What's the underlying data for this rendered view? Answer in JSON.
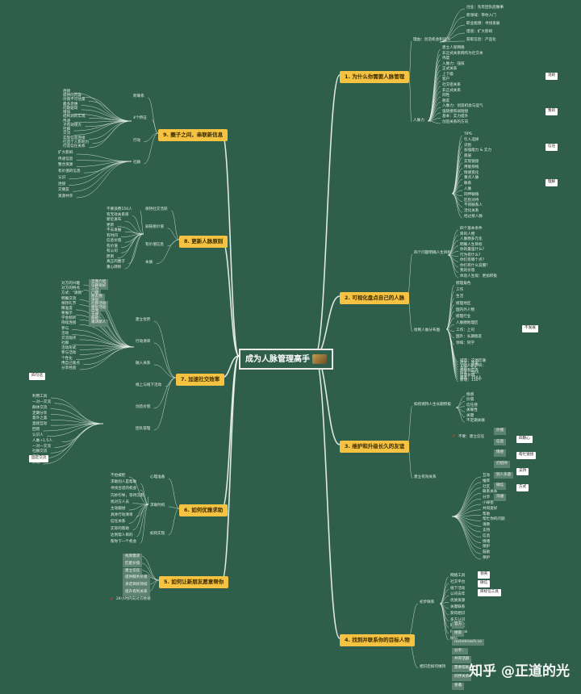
{
  "root": {
    "label": "成为人脉管理高手"
  },
  "branches": [
    {
      "label": "1. 为什么你需要人脉管理"
    },
    {
      "label": "2. 可视化盘点自己的人脉"
    },
    {
      "label": "3. 维护和升级长久的友谊"
    },
    {
      "label": "4. 找到并联系你的目标人物"
    },
    {
      "label": "5. 如何让新朋友愿意帮你"
    },
    {
      "label": "6. 如何优雅求助"
    },
    {
      "label": "7. 加速社交效率"
    },
    {
      "label": "8. 更新人脉原则"
    },
    {
      "label": "9. 圈子之间，串联新信息"
    }
  ],
  "b1": {
    "subs": [
      "理由：创造机会和运气",
      "人脉力"
    ],
    "leaves": [
      "创业：先有团队后做事",
      "新领域：带你入门",
      "职业瓶颈：寻找发展",
      "借道：扩大影响",
      "获取信息：产品化",
      "建立人际网络",
      "非正式关系网作为社交本",
      "纬度",
      "入脉力：强技",
      "正式关系",
      "上下级",
      "客户",
      "社交密关系",
      "非正式关系",
      "同性",
      "朋友",
      "入脉力：创造机会与运气",
      "强链接和弱链接",
      "基本：实力提升",
      "创造关系的方向",
      "TIPS",
      "引入选择",
      "识别",
      "加强能力 & 实力",
      "底层",
      "实现链接",
      "用能挣钱",
      "情感变化",
      "重点人脉",
      "联系",
      "人脉",
      "同伴联络",
      "区别对待",
      "不同联系人",
      "活化关系",
      "经过接人脉"
    ],
    "boxes": [
      "消耗",
      "我的",
      "信任",
      "理解"
    ]
  },
  "b2": {
    "subs": [
      "四个问题明确人生目标",
      "绘制人脉分布图"
    ],
    "leaves": [
      "四个基本条件",
      "目的人物",
      "人脉圈多元化",
      "明确人生目标",
      "你的最强什么?",
      "行为有什么?",
      "你们有哪个点?",
      "你们有什么说服?",
      "我的价值",
      "体验人生观：更加积极",
      "梳理角色",
      "工作",
      "生活",
      "梳理地区",
      "国内外人物",
      "梳理行业",
      "人脉圈地理区",
      "工作：上司",
      "国外：长期朋友",
      "领域：同学",
      "城市：这地区联",
      "社区：邻里",
      "150人脉影响：",
      "亲密：5人",
      "物件程度高",
      "好友：50人",
      "信息价值",
      "朋友：150人",
      "新增：150个"
    ],
    "boxes": [
      "不发展"
    ]
  },
  "b3": {
    "subs": [
      "如何保持人生长期积极",
      "建立有效关系"
    ],
    "leaves": [
      "情感",
      "价值",
      "信任感",
      "关联性",
      "关键",
      "不定期关联",
      "互动",
      "推荐",
      "社区",
      "联系关系",
      "分享",
      "小秘密",
      "共同爱好",
      "帮助",
      "帮忙你的问题",
      "请教",
      "支持",
      "信息",
      "情绪",
      "保护",
      "鼓励",
      "保护"
    ],
    "boxes": [
      "四颗心",
      "帮忙链接",
      "支持",
      "方式"
    ],
    "gboxes": [
      "价值",
      "信息",
      "情感",
      "打招呼",
      "别人乐意",
      "微信",
      "沟通"
    ],
    "flag_text": "不要：建立信任"
  },
  "b4": {
    "subs": [
      "初步联系",
      "相识后如何维持"
    ],
    "leaves": [
      "网络工具",
      "社交平台",
      "线下活动",
      "公司去年",
      "优质资源",
      "关键联系",
      "获得相识",
      "多方认识",
      "联系方式",
      "Facebook",
      "微信"
    ],
    "boxes": [
      "领英",
      "微信",
      "目标信工具"
    ],
    "gboxes": [
      "官方",
      "搜索",
      "rocketreach.co",
      "分享：",
      "共同话题",
      "需要帮助",
      "同伴关系",
      "受邀"
    ]
  },
  "b5": {
    "gboxes": [
      "找到需求",
      "匹配价值",
      "建立信任",
      "提供服务价值",
      "承诺目标持续",
      "提升有利关系"
    ],
    "footer": "24小时内向对方致谢"
  },
  "b6": {
    "subs": [
      "心理准备",
      "求助时机",
      "如何实现"
    ],
    "leaves": [
      "不怕被拒",
      "求助别人是帮助",
      "寻找合适的机会",
      "巧妙引导，等待沉默",
      "找对方人员",
      "主动跟进",
      "具体行动清单",
      "信任关系",
      "实际的帮助",
      "达到帮人目的",
      "帮你下一个机会"
    ]
  },
  "b7": {
    "subs": [
      "建立优势",
      "行动清单",
      "融入关系",
      "线上与线下活动",
      "创造价值",
      "团队管理"
    ],
    "leaves": [
      "对方的兴趣",
      "对方的特点",
      "方式：\"请教\"",
      "明确交流",
      "保持礼节",
      "精准度",
      "要展示",
      "学会倾听",
      "持续连接",
      "参与",
      "活动",
      "交流观点",
      "社群",
      "活动形式",
      "参与活动",
      "个性化",
      "用自己观点",
      "分享经验",
      "利用工具",
      "一对一交流",
      "群体交流",
      "定期分享",
      "意外之喜",
      "直接互动",
      "回馈",
      "认识人",
      "人脉+1.5人",
      "一对一交流",
      "社群交流",
      "活动",
      "外地"
    ],
    "gboxes": [
      "自我介绍",
      "兴趣爱好",
      "三份",
      "门牌",
      "朋友圈",
      "项目",
      "社群活动",
      "特别活动",
      "自我",
      "大使",
      "鼓励",
      "邀请新人"
    ],
    "boxes": [
      "四句话",
      "固定交流"
    ]
  },
  "b8": {
    "subs": [
      "保持社交活跃",
      "弱链接价值",
      "有价值信息",
      "本质"
    ],
    "leaves": [
      "不要浪费150人",
      "有无效关系库",
      "新近发布",
      "更新",
      "不去发展",
      "有时间",
      "信息价值",
      "有价值",
      "有公司",
      "原则",
      "真正的圈子",
      "重心转移"
    ]
  },
  "b9": {
    "subs": [
      "跨联系",
      "4个特征",
      "行动",
      "社群"
    ],
    "leaves": [
      "连接",
      "提供的内容",
      "价值不可估量",
      "最多思维",
      "问题驱动",
      "增加",
      "结构洞的实现",
      "传递",
      "子有效增大",
      "社群",
      "交流",
      "实现信息连接",
      "打造个人影响力",
      "打造信任关系",
      "扩大影响",
      "传递信息",
      "整合资源",
      "有价值的信息",
      "认识",
      "连接",
      "交朋友",
      "资源共享"
    ]
  },
  "watermark": "知乎 @正道的光"
}
